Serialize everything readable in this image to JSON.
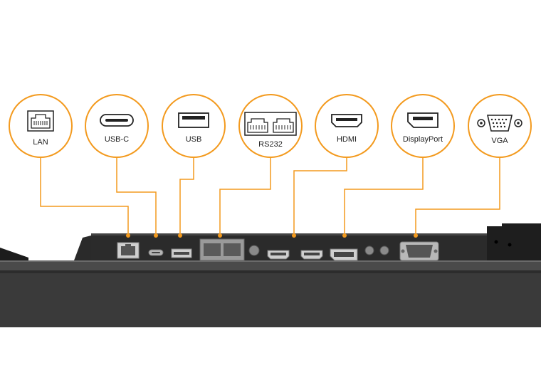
{
  "colors": {
    "accent": "#f39a1e",
    "panel": "#3a3a3a",
    "panel_dark": "#1c1c1c",
    "port_metal": "#bfbfbf"
  },
  "ports": [
    {
      "id": "lan",
      "label": "LAN",
      "icon": "lan-icon"
    },
    {
      "id": "usbc",
      "label": "USB-C",
      "icon": "usb-c-icon"
    },
    {
      "id": "usb",
      "label": "USB",
      "icon": "usb-icon"
    },
    {
      "id": "rs232",
      "label": "RS232",
      "icon": "rs232-icon"
    },
    {
      "id": "hdmi",
      "label": "HDMI",
      "icon": "hdmi-icon"
    },
    {
      "id": "displayport",
      "label": "DisplayPort",
      "icon": "displayport-icon"
    },
    {
      "id": "vga",
      "label": "VGA",
      "icon": "vga-icon"
    }
  ]
}
